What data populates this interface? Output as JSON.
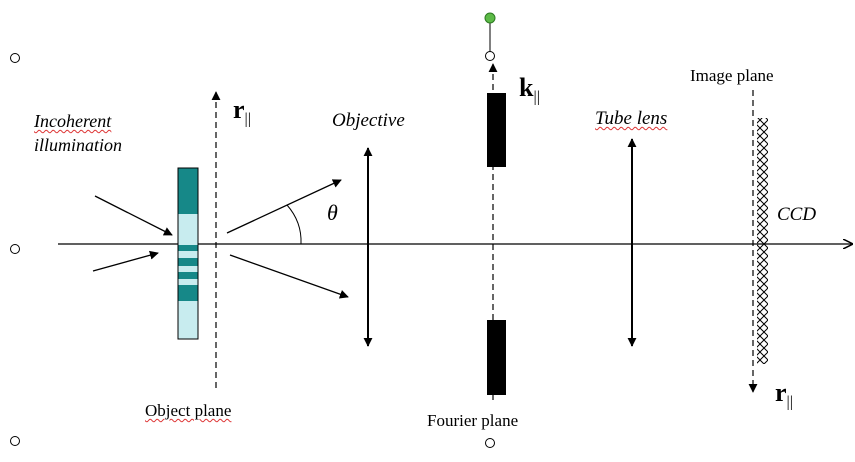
{
  "labels": {
    "incoherent_1": "Incoherent",
    "incoherent_2": "illumination",
    "r_parallel_top": "r",
    "r_parallel_top_sub": "||",
    "k_parallel": "k",
    "k_parallel_sub": "||",
    "objective": "Objective",
    "tube_lens": "Tube lens",
    "image_plane": "Image plane",
    "theta": "θ",
    "ccd": "CCD",
    "object_plane": "Object plane",
    "fourier_plane": "Fourier plane",
    "r_parallel_bottom": "r",
    "r_parallel_bottom_sub": "||"
  },
  "colors": {
    "ink": "#000000",
    "sample_dark": "#168888",
    "sample_light": "#c8ecef",
    "handle_green": "#5cba47",
    "squiggle": "#dd3333"
  }
}
